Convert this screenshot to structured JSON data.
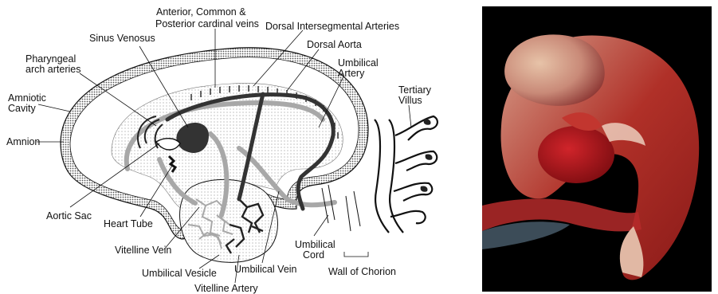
{
  "labels": {
    "anterior_veins_1": "Anterior, Common &",
    "anterior_veins_2": "Posterior cardinal veins",
    "dorsal_intersegmental": "Dorsal Intersegmental Arteries",
    "sinus_venosus": "Sinus Venosus",
    "dorsal_aorta": "Dorsal Aorta",
    "pharyngeal_1": "Pharyngeal",
    "pharyngeal_2": "arch arteries",
    "umbilical_artery_1": "Umbilical",
    "umbilical_artery_2": "Artery",
    "amniotic_1": "Amniotic",
    "amniotic_2": "Cavity",
    "tertiary_1": "Tertiary",
    "tertiary_2": "Villus",
    "amnion": "Amnion",
    "aortic_sac": "Aortic Sac",
    "heart_tube": "Heart Tube",
    "vitelline_vein": "Vitelline Vein",
    "umbilical_cord_1": "Umbilical",
    "umbilical_cord_2": "Cord",
    "umbilical_vesicle": "Umbilical Vesicle",
    "umbilical_vein": "Umbilical Vein",
    "wall_of_chorion": "Wall of Chorion",
    "vitelline_artery": "Vitelline Artery"
  },
  "colors": {
    "ink": "#111111",
    "vessel_gray": "#a8a8a8",
    "vessel_dark": "#333333",
    "photo_bg": "#000000",
    "embryo_red": "#b0141a",
    "embryo_pink": "#d98e86"
  }
}
